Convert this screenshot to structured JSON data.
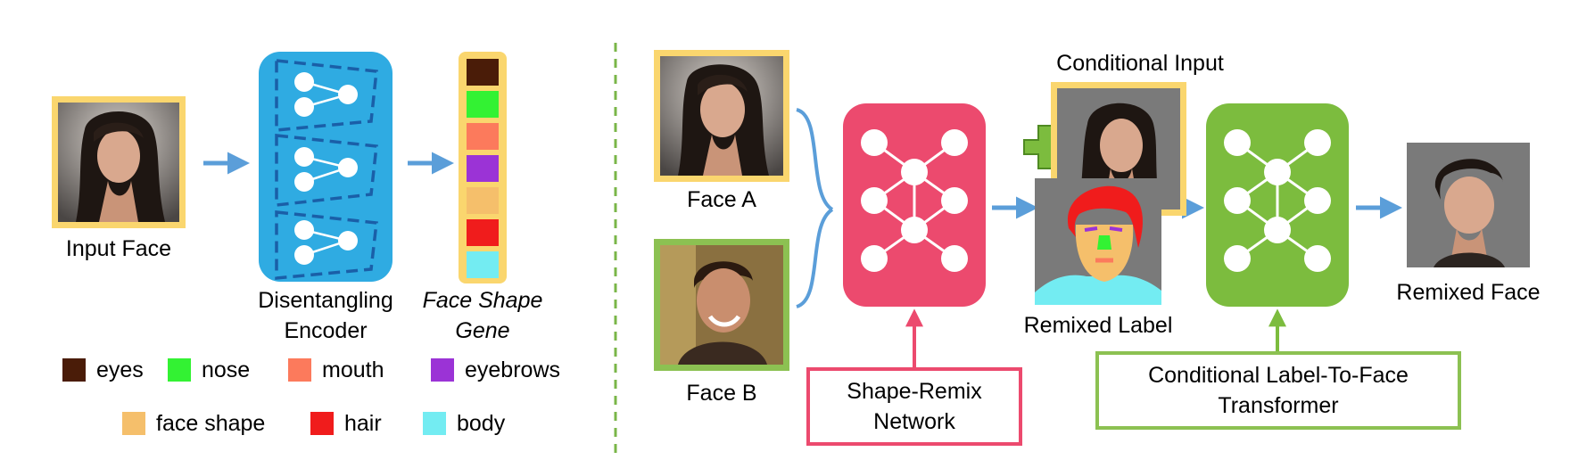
{
  "left_panel": {
    "input_face_label": "Input Face",
    "encoder_label_line1": "Disentangling",
    "encoder_label_line2": "Encoder",
    "gene_label_line1": "Face Shape",
    "gene_label_line2": "Gene",
    "gene_colors": [
      "#4a1c08",
      "#33f233",
      "#fc7a5c",
      "#9b33d6",
      "#f5bf6b",
      "#f01c1c",
      "#73ecf2"
    ]
  },
  "legend": [
    {
      "label": "eyes",
      "color": "#4a1c08"
    },
    {
      "label": "nose",
      "color": "#33f233"
    },
    {
      "label": "mouth",
      "color": "#fc7a5c"
    },
    {
      "label": "eyebrows",
      "color": "#9b33d6"
    },
    {
      "label": "face shape",
      "color": "#f5bf6b"
    },
    {
      "label": "hair",
      "color": "#f01c1c"
    },
    {
      "label": "body",
      "color": "#73ecf2"
    }
  ],
  "right_panel": {
    "face_a_label": "Face A",
    "face_b_label": "Face B",
    "remix_network_line1": "Shape-Remix",
    "remix_network_line2": "Network",
    "conditional_input_label": "Conditional Input",
    "remixed_label_label": "Remixed Label",
    "transformer_line1": "Conditional Label-To-Face",
    "transformer_line2": "Transformer",
    "remixed_face_label": "Remixed Face"
  },
  "colors": {
    "yellow_frame": "#fad66e",
    "green_frame": "#8cc152",
    "encoder_blue": "#2fabe2",
    "encoder_dash": "#1a5fa8",
    "remix_pink": "#ec4a6e",
    "transformer_green": "#7cbc3e",
    "arrow_blue": "#5b9ed9",
    "divider_green": "#7ab648"
  }
}
